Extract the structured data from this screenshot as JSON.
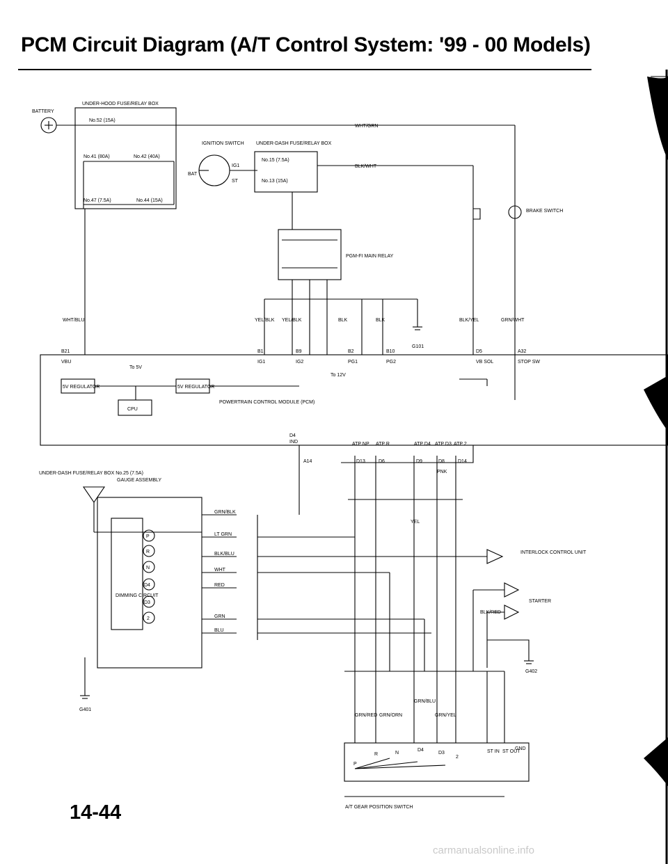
{
  "title": "PCM Circuit Diagram (A/T Control System: '99 - 00 Models)",
  "page_number": "14-44",
  "watermark": "carmanualsonline.info",
  "power": {
    "battery": "BATTERY",
    "underhood_box": "UNDER-HOOD FUSE/RELAY BOX",
    "fuses": [
      "No.52 (15A)",
      "No.41 (80A)",
      "No.42 (40A)",
      "No.47 (7.5A)",
      "No.44 (15A)"
    ],
    "ignition_switch": "IGNITION SWITCH",
    "ig1": "IG1",
    "bat": "BAT",
    "st": "ST",
    "underdash_box": "UNDER-DASH FUSE/RELAY BOX",
    "underdash_fuses": [
      "No.15 (7.5A)",
      "No.13 (15A)"
    ],
    "main_relay": "PGM-FI MAIN RELAY",
    "brake_switch": "BRAKE SWITCH",
    "gauge_box": "UNDER-DASH FUSE/RELAY BOX No.25 (7.5A)"
  },
  "wires": {
    "wht_grn": "WHT/GRN",
    "blk_wht": "BLK/WHT",
    "wht_blu": "WHT/BLU",
    "yel_blk1": "YEL/BLK",
    "yel_blk2": "YEL/BLK",
    "blk1": "BLK",
    "blk2": "BLK",
    "blk_yel": "BLK/YEL",
    "grn_wht": "GRN/WHT",
    "grn_blk": "GRN/BLK",
    "lt_grn": "LT GRN",
    "wht": "WHT",
    "yel": "YEL",
    "pnk": "PNK",
    "blu": "BLU",
    "grn": "GRN",
    "red": "RED",
    "blk_blu": "BLK/BLU",
    "blk_red": "BLK/RED",
    "grn_red": "GRN/RED",
    "grn_blu": "GRN/BLU",
    "grn_orn": "GRN/ORN",
    "grn_yel": "GRN/YEL"
  },
  "pcm": {
    "label": "POWERTRAIN CONTROL MODULE (PCM)",
    "cpu": "CPU",
    "regulator1": "5V REGULATOR",
    "regulator2": "5V REGULATOR",
    "to5v": "To 5V",
    "to12v": "To 12V",
    "pins": [
      "B21",
      "VBU",
      "B1",
      "IG1",
      "B9",
      "IG2",
      "B2",
      "PG1",
      "B10",
      "PG2",
      "D5",
      "VB SOL",
      "A32",
      "STOP SW",
      "D4",
      "IND",
      "A14",
      "D13",
      "D6",
      "D9",
      "D8",
      "D14"
    ],
    "atp_labels": [
      "ATP NP",
      "ATP R",
      "ATP D4",
      "ATP D3",
      "ATP 2"
    ],
    "g101": "G101"
  },
  "gauge": {
    "label": "GAUGE ASSEMBLY",
    "dimming": "DIMMING CIRCUIT",
    "indicators": [
      "P",
      "R",
      "N",
      "D4",
      "D3",
      "2"
    ]
  },
  "interlock": "INTERLOCK CONTROL UNIT",
  "starter": "STARTER",
  "g402": "G402",
  "g401": "G401",
  "switch": {
    "label": "A/T GEAR POSITION SWITCH",
    "positions": [
      "P",
      "R",
      "N",
      "D4",
      "D3",
      "2"
    ],
    "st_in": "ST IN",
    "st_out": "ST OUT",
    "gnd": "GND"
  }
}
